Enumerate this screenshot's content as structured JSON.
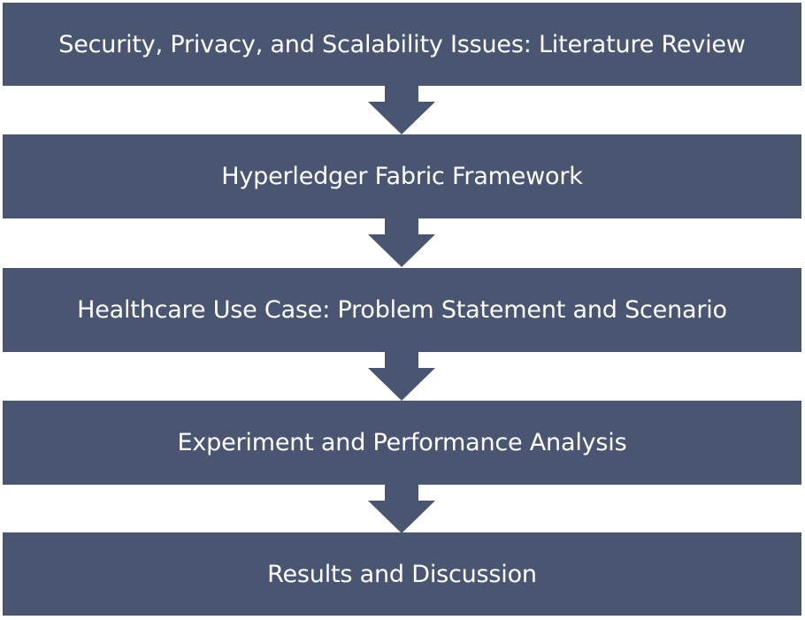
{
  "flowchart": {
    "steps": [
      {
        "label": "Security, Privacy, and Scalability Issues: Literature Review"
      },
      {
        "label": "Hyperledger Fabric Framework"
      },
      {
        "label": "Healthcare Use Case: Problem Statement and Scenario"
      },
      {
        "label": "Experiment and Performance Analysis"
      },
      {
        "label": "Results and Discussion"
      }
    ],
    "colors": {
      "box_fill": "#4a5671",
      "arrow_fill": "#4a5671",
      "text": "#ffffff"
    }
  }
}
